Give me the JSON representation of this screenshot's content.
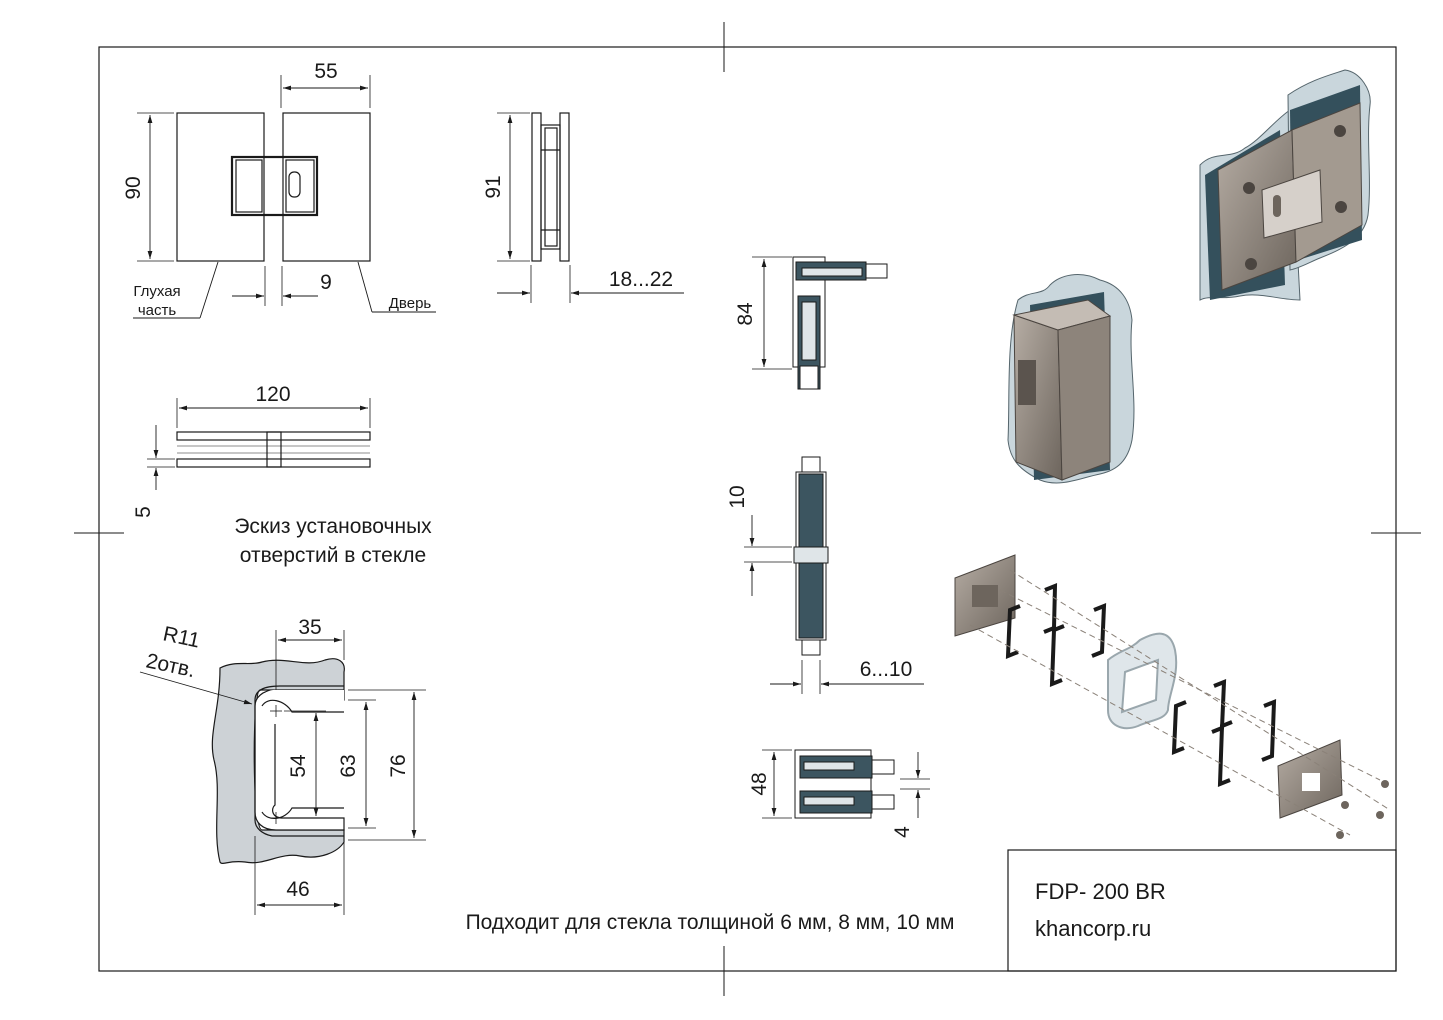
{
  "drawing": {
    "front_view": {
      "width": "55",
      "height": "90",
      "gap": "9",
      "label_fixed": "Глухая\nчасть",
      "label_fixed_line1": "Глухая",
      "label_fixed_line2": "часть",
      "label_door": "Дверь"
    },
    "side_view": {
      "height": "91",
      "glass_range": "18...22"
    },
    "top_view": {
      "length": "120",
      "thickness": "5"
    },
    "sketch_title_line1": "Эскиз установочных",
    "sketch_title_line2": "отверстий в стекле",
    "cutout": {
      "radius": "R11",
      "holes": "2отв.",
      "top_width": "35",
      "bottom_width": "46",
      "inner": "54",
      "middle": "63",
      "outer": "76"
    },
    "views_center": {
      "corner_height": "84",
      "gap": "10",
      "glass_range": "6...10",
      "bottom_height": "48",
      "bottom_gap": "4"
    },
    "note": "Подходит для стекла толщиной 6 мм, 8 мм, 10 мм"
  },
  "title_block": {
    "model": "FDP- 200 BR",
    "site": "khancorp.ru"
  },
  "colors": {
    "line": "#1a1a1a",
    "glass": "#3c5560",
    "glass_light": "#c9d6dc",
    "metal": "#8a8178",
    "metal_light": "#b9b2aa",
    "cutout_fill": "#cdd2d6"
  }
}
